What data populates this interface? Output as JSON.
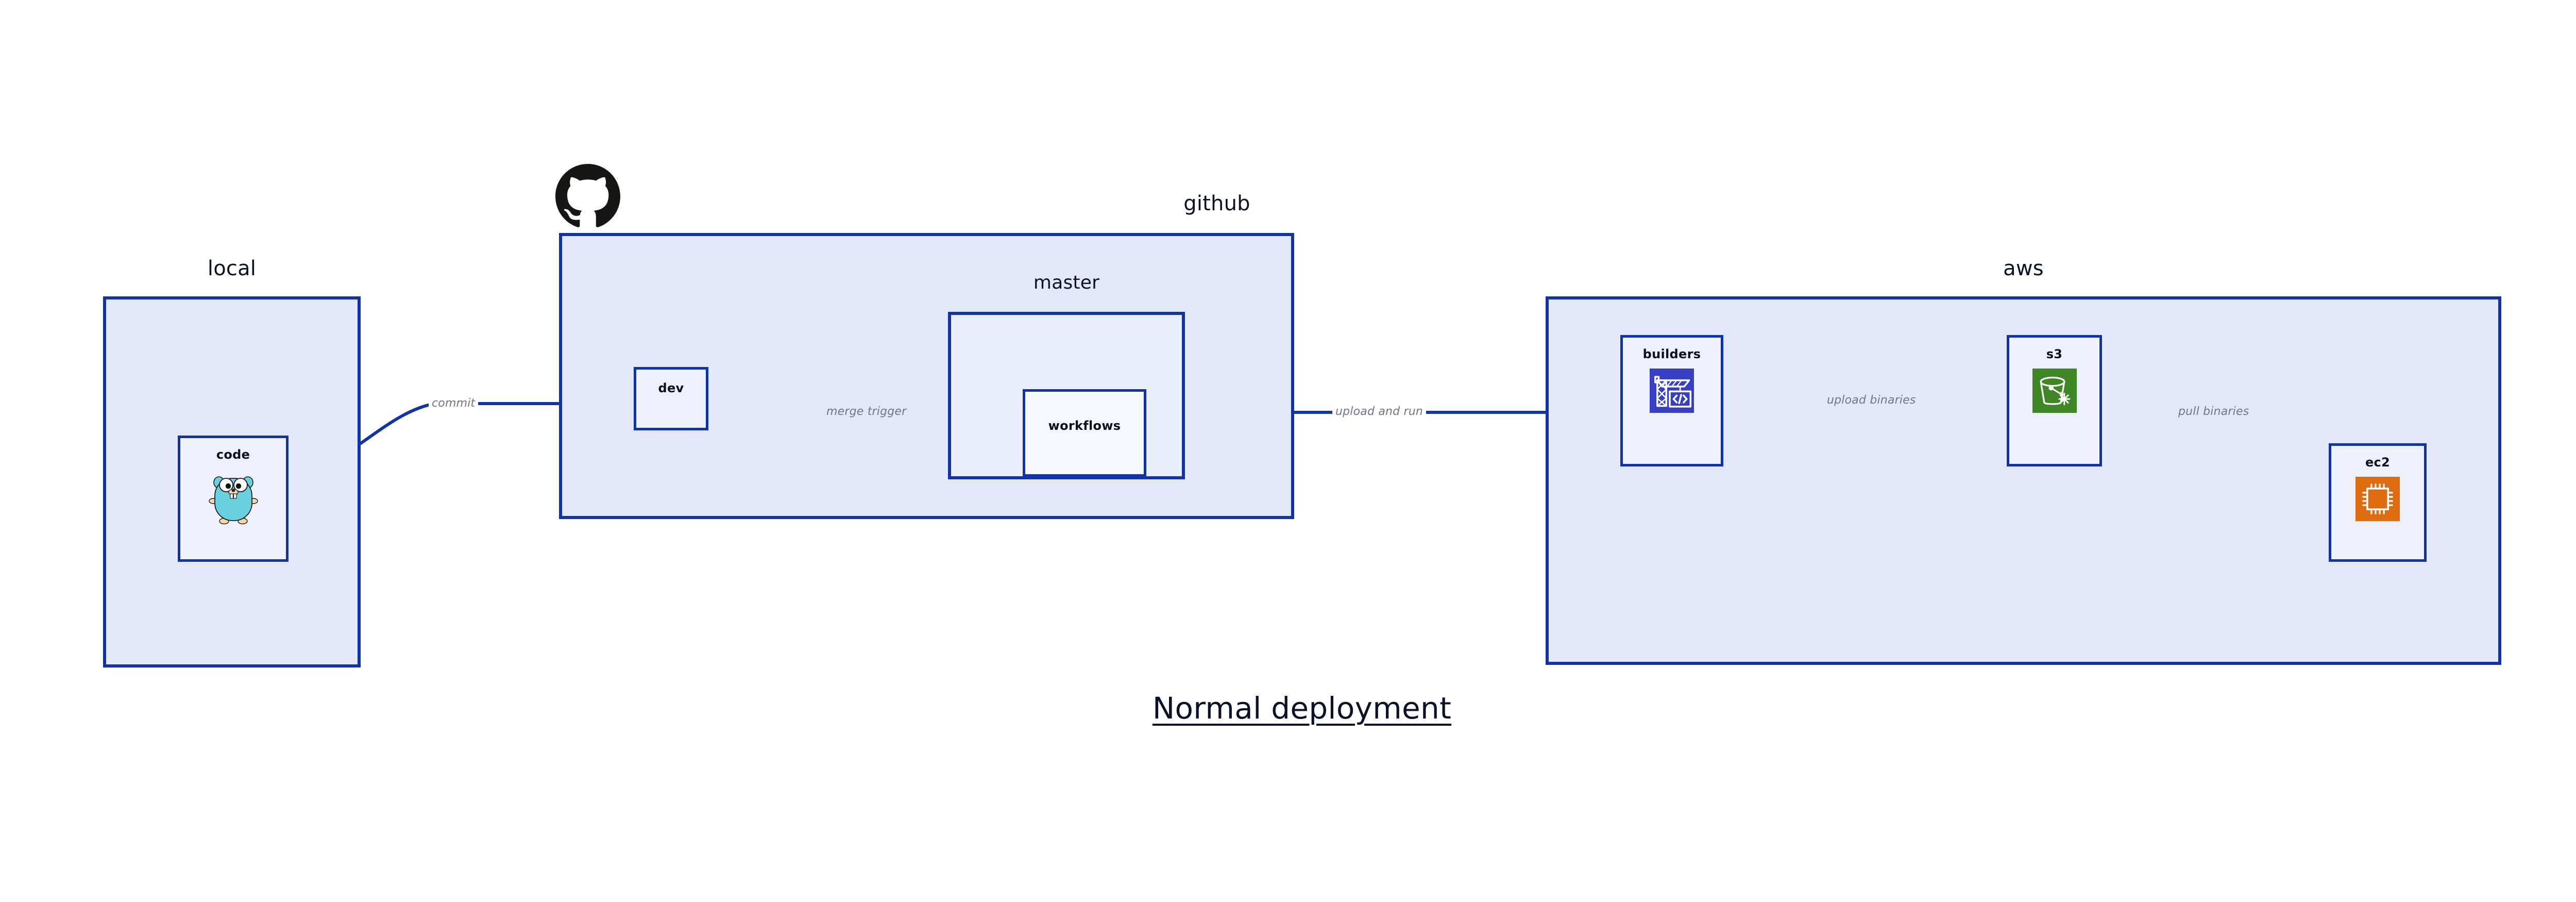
{
  "diagram": {
    "title": "Normal deployment",
    "colors": {
      "border_blue": "#1034a6",
      "group_fill": "#e2e7fa",
      "node_fill": "#eef1fd",
      "node_fill_plain": "#f7f9fe",
      "label_dark": "#0d1126",
      "edge_label_gray": "#6f7684",
      "aws_builders_icon": "#3740c4",
      "aws_s3_icon": "#3f8624",
      "aws_ec2_icon": "#dd6b10",
      "go_gopher_body": "#69d0e0",
      "github_logo": "#161614"
    },
    "groups": [
      {
        "id": "local",
        "label": "local"
      },
      {
        "id": "github",
        "label": "github"
      },
      {
        "id": "master",
        "label": "master"
      },
      {
        "id": "aws",
        "label": "aws"
      }
    ],
    "nodes": [
      {
        "id": "code",
        "label": "code",
        "icon": "go-gopher-icon"
      },
      {
        "id": "dev",
        "label": "dev",
        "icon": null
      },
      {
        "id": "workflows",
        "label": "workflows",
        "icon": null
      },
      {
        "id": "builders",
        "label": "builders",
        "icon": "aws-codebuild-crane-icon"
      },
      {
        "id": "s3",
        "label": "s3",
        "icon": "aws-s3-bucket-icon"
      },
      {
        "id": "ec2",
        "label": "ec2",
        "icon": "aws-ec2-chip-icon"
      }
    ],
    "edges": [
      {
        "id": "code-to-dev",
        "from": "code",
        "to": "dev",
        "label": "commit"
      },
      {
        "id": "dev-to-workflows",
        "from": "dev",
        "to": "workflows",
        "label": "merge trigger"
      },
      {
        "id": "workflows-to-builders",
        "from": "workflows",
        "to": "builders",
        "label": "upload and run"
      },
      {
        "id": "builders-to-s3",
        "from": "builders",
        "to": "s3",
        "label": "upload binaries"
      },
      {
        "id": "s3-to-ec2",
        "from": "s3",
        "to": "ec2",
        "label": "pull binaries"
      }
    ],
    "logos": [
      {
        "id": "github-logo",
        "name": "github-octocat-logo"
      }
    ]
  }
}
